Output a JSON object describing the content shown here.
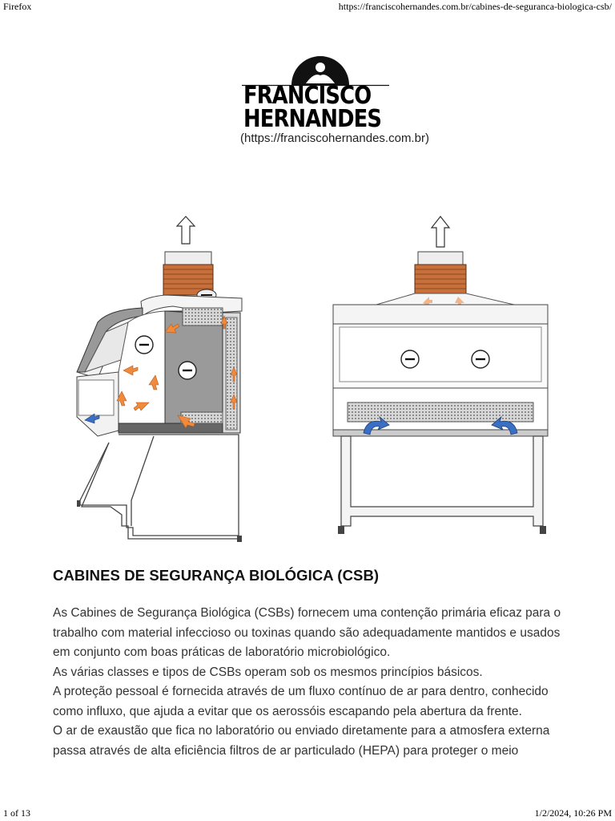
{
  "browser": {
    "app_name": "Firefox",
    "url": "https://franciscohernandes.com.br/cabines-de-seguranca-biologica-csb/",
    "page_count": "1 of 13",
    "datetime": "1/2/2024, 10:26 PM"
  },
  "logo": {
    "line1": "FRANCISCO",
    "line2": "HERNANDES",
    "url_text": "(https://franciscohernandes.com.br)"
  },
  "article": {
    "title": "CABINES DE SEGURANÇA BIOLÓGICA (CSB)",
    "lines": [
      "As Cabines de Segurança Biológica (CSBs) fornecem uma contenção primária eficaz para o",
      "trabalho com material infeccioso ou toxinas quando são adequadamente mantidos e usados",
      "em conjunto com boas práticas de laboratório microbiológico.",
      "As várias classes e tipos de CSBs operam sob os mesmos princípios básicos.",
      "A proteção pessoal é fornecida através de um fluxo contínuo de ar para dentro, conhecido",
      "como influxo, que ajuda a evitar que os aerossóis escapando pela abertura da frente.",
      "O ar de exaustão que fica no laboratório ou enviado diretamente para a atmosfera externa",
      "passa através de alta eficiência filtros de ar particulado (HEPA) para proteger o meio"
    ]
  },
  "colors": {
    "filter_copper": "#c8703c",
    "arrow_orange": "#f08a3c",
    "arrow_blue": "#3a6fc4",
    "body_text": "#333333"
  }
}
